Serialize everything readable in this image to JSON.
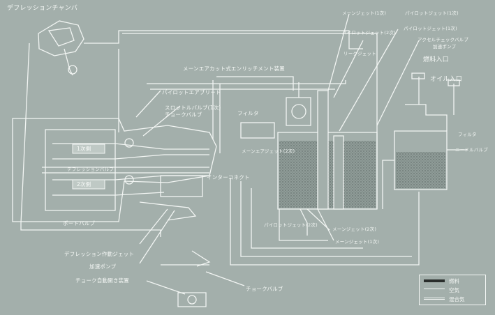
{
  "labels": {
    "deflection_chamber": "デフレッションチャンバ",
    "main_jet_1": "メーンジェット(1次)",
    "pilot_jet_1": "パイロットジェット(1次)",
    "pilot_jet_2_top": "パイロットジェット(2次)",
    "pilot_jet_1b": "パイロットジェット(1次)",
    "accel_check_valve": "アクセルチェックバルブ",
    "accel_pump_label": "加速ポンプ",
    "leak_jet": "リークジェット",
    "main_air_enrich": "メーンエアカット式エンリッチメント装置",
    "pilot_air_bleed": "パイロットエアブリード",
    "throttle_valve_1": "スロットルバルブ(1次)",
    "choke_valve_top": "チョークバルブ",
    "filter_left": "フィルタ",
    "main_air_jet_2": "メーンエアジェット(2次)",
    "fuel_inlet": "燃料入口",
    "oil_inlet": "オイル入口",
    "filter_right": "フィルタ",
    "needle_valve": "ニードルバルブ",
    "primary_tag": "1次側",
    "deflection_valve": "デフレッションバルブ",
    "secondary_tag": "2次側",
    "interconnect": "インターコネクト",
    "port_valve": "ポートバルブ",
    "pilot_jet_2_bottom": "パイロットジェット(2次)",
    "main_jet_2": "メーンジェット(2次)",
    "main_jet_1_bottom": "メーンジェット(1次)",
    "deflection_jet": "デフレッション作動ジェット",
    "accel_pump": "加速ポンプ",
    "auto_choke": "チョーク自動開き装置",
    "choke_valve_bottom": "チョークバルブ"
  },
  "legend": {
    "items": [
      {
        "label": "燃料",
        "color": "#2a2e2c"
      },
      {
        "label": "空気",
        "color": "#f4f7f5"
      },
      {
        "label": "混合気",
        "color": "#f4f7f5"
      }
    ]
  }
}
